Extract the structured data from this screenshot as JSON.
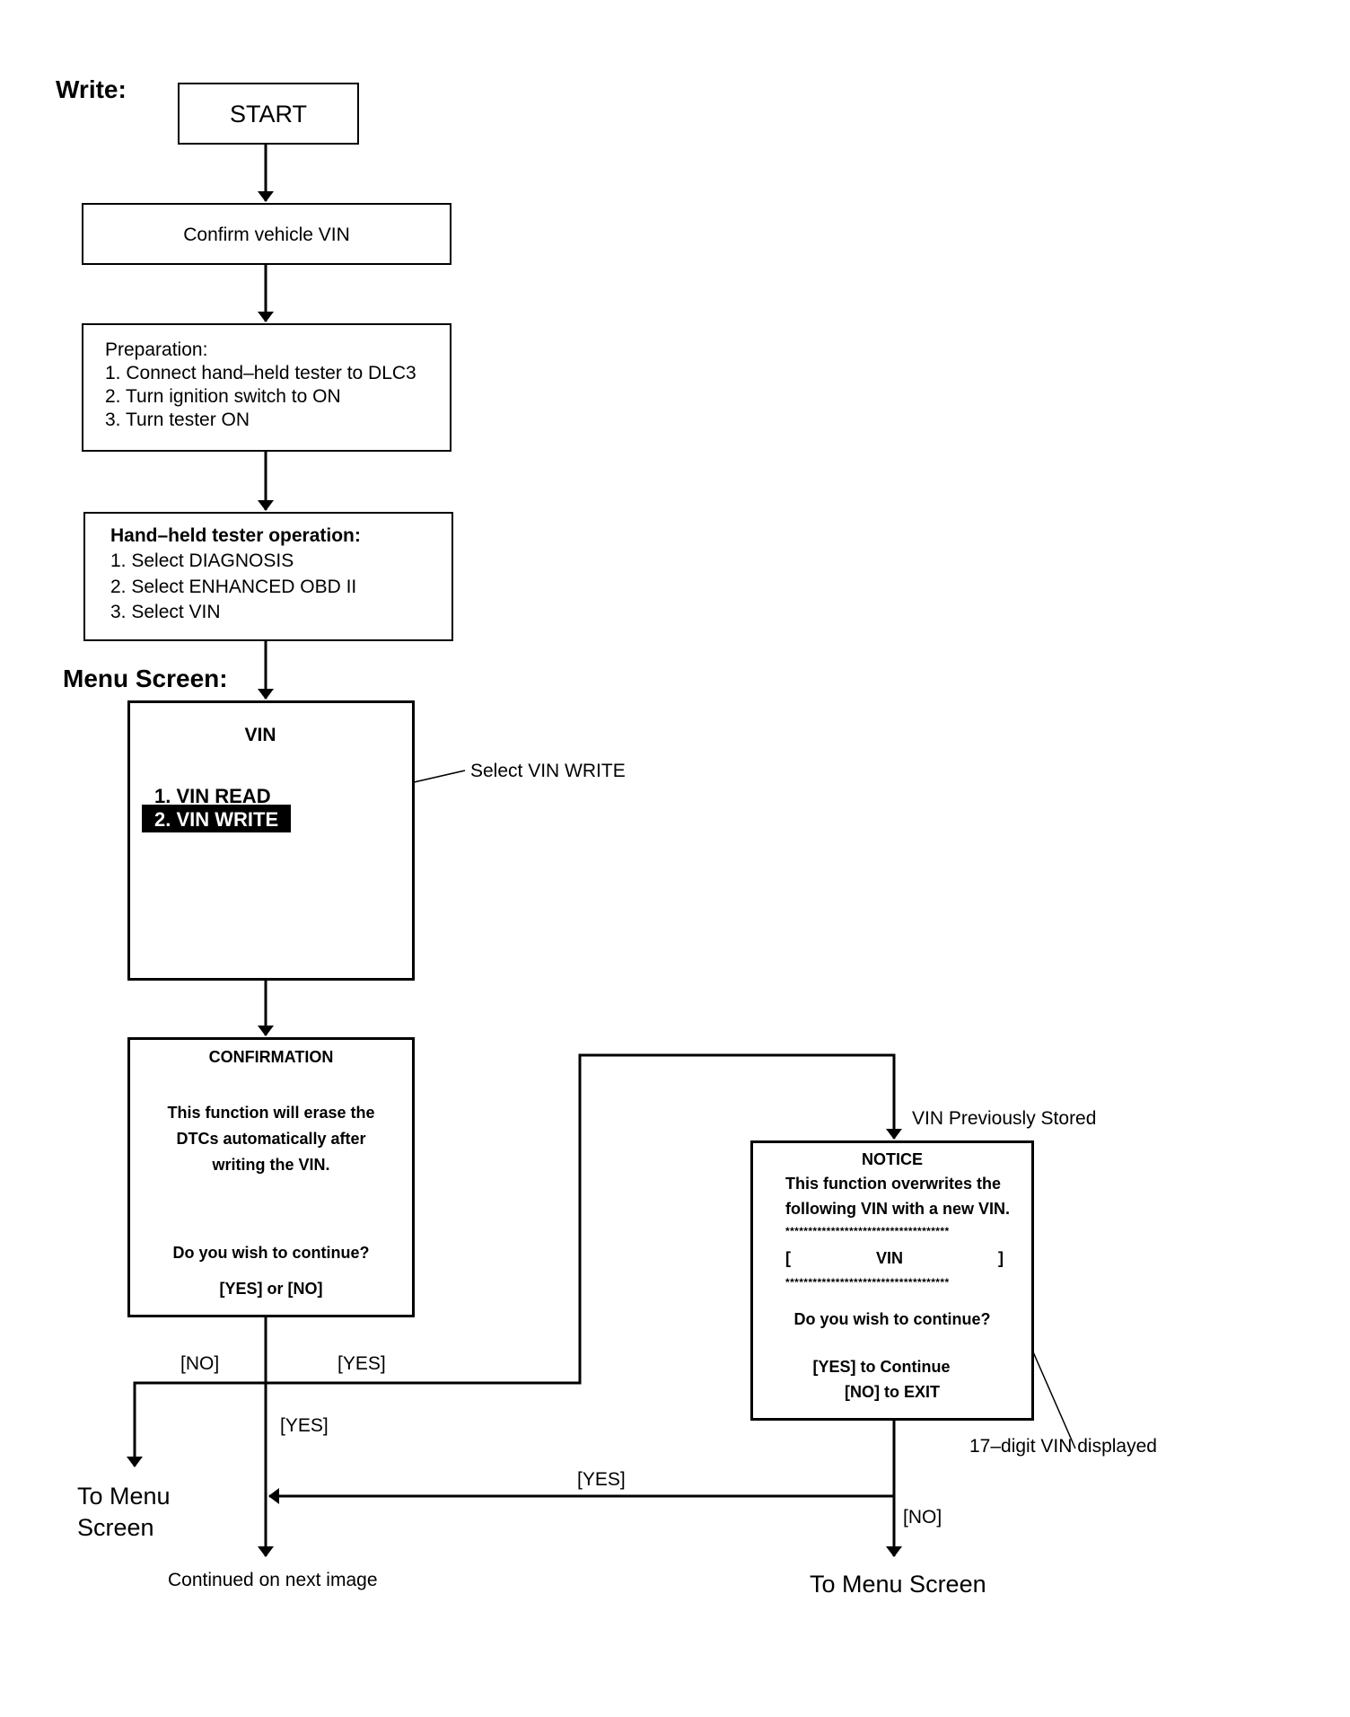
{
  "headings": {
    "write": "Write:",
    "menu_screen": "Menu Screen:"
  },
  "start": "START",
  "confirm_vin": "Confirm vehicle VIN",
  "preparation": {
    "title": "Preparation:",
    "steps": [
      "1. Connect hand–held tester to DLC3",
      "2. Turn ignition switch to ON",
      "3. Turn tester ON"
    ]
  },
  "tester_operation": {
    "title": "Hand–held tester operation:",
    "steps": [
      "1. Select DIAGNOSIS",
      "2. Select ENHANCED OBD II",
      "3. Select VIN"
    ]
  },
  "menu": {
    "title": "VIN",
    "items": [
      "1. VIN READ",
      "2. VIN WRITE"
    ],
    "callout": "Select VIN WRITE"
  },
  "confirmation": {
    "title": "CONFIRMATION",
    "lines": [
      "This function will erase the",
      "DTCs automatically after",
      "writing the VIN."
    ],
    "question": "Do you wish to continue?",
    "options": "[YES] or [NO]"
  },
  "notice": {
    "label": "VIN Previously Stored",
    "title": "NOTICE",
    "lines": [
      "This function overwrites the",
      "following VIN with a new VIN."
    ],
    "stars": "************************************",
    "bracket_open": "[",
    "vin": "VIN",
    "bracket_close": "]",
    "question": "Do you wish to continue?",
    "opt_yes": "[YES] to Continue",
    "opt_no": "[NO] to EXIT",
    "callout": "17–digit VIN displayed"
  },
  "edges": {
    "no": "[NO]",
    "yes": "[YES]"
  },
  "terminals": {
    "menu_left_1": "To Menu",
    "menu_left_2": "Screen",
    "continued": "Continued on next image",
    "menu_right": "To Menu Screen"
  }
}
